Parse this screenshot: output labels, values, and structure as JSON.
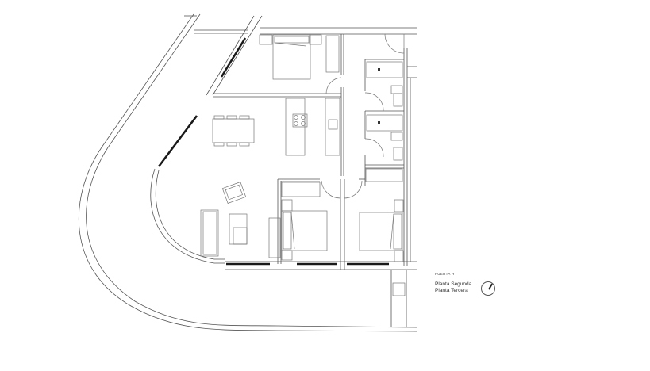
{
  "plan": {
    "unit_label": "PUERTA H",
    "floors": [
      "Planta Segunda",
      "Planta Tercera"
    ],
    "compass": {
      "icon": "north-arrow-icon",
      "rotation_deg": 30
    },
    "rooms": [
      {
        "name": "bedroom-top",
        "furniture": [
          "double-bed",
          "nightstand",
          "nightstand",
          "wardrobe"
        ]
      },
      {
        "name": "living-dining",
        "furniture": [
          "dining-table",
          "chairs-6",
          "sofa",
          "armchair",
          "armchair"
        ]
      },
      {
        "name": "kitchen",
        "furniture": [
          "island-with-cooktop",
          "counter-with-sink"
        ]
      },
      {
        "name": "bathroom-1",
        "furniture": [
          "shower",
          "toilet",
          "washbasin"
        ]
      },
      {
        "name": "bathroom-2",
        "furniture": [
          "shower",
          "toilet",
          "washbasin"
        ]
      },
      {
        "name": "bedroom-bottom-left",
        "furniture": [
          "double-bed",
          "nightstand",
          "nightstand",
          "wardrobe"
        ]
      },
      {
        "name": "bedroom-bottom-right",
        "furniture": [
          "double-bed",
          "nightstand",
          "nightstand"
        ]
      },
      {
        "name": "terrace",
        "furniture": []
      }
    ]
  }
}
